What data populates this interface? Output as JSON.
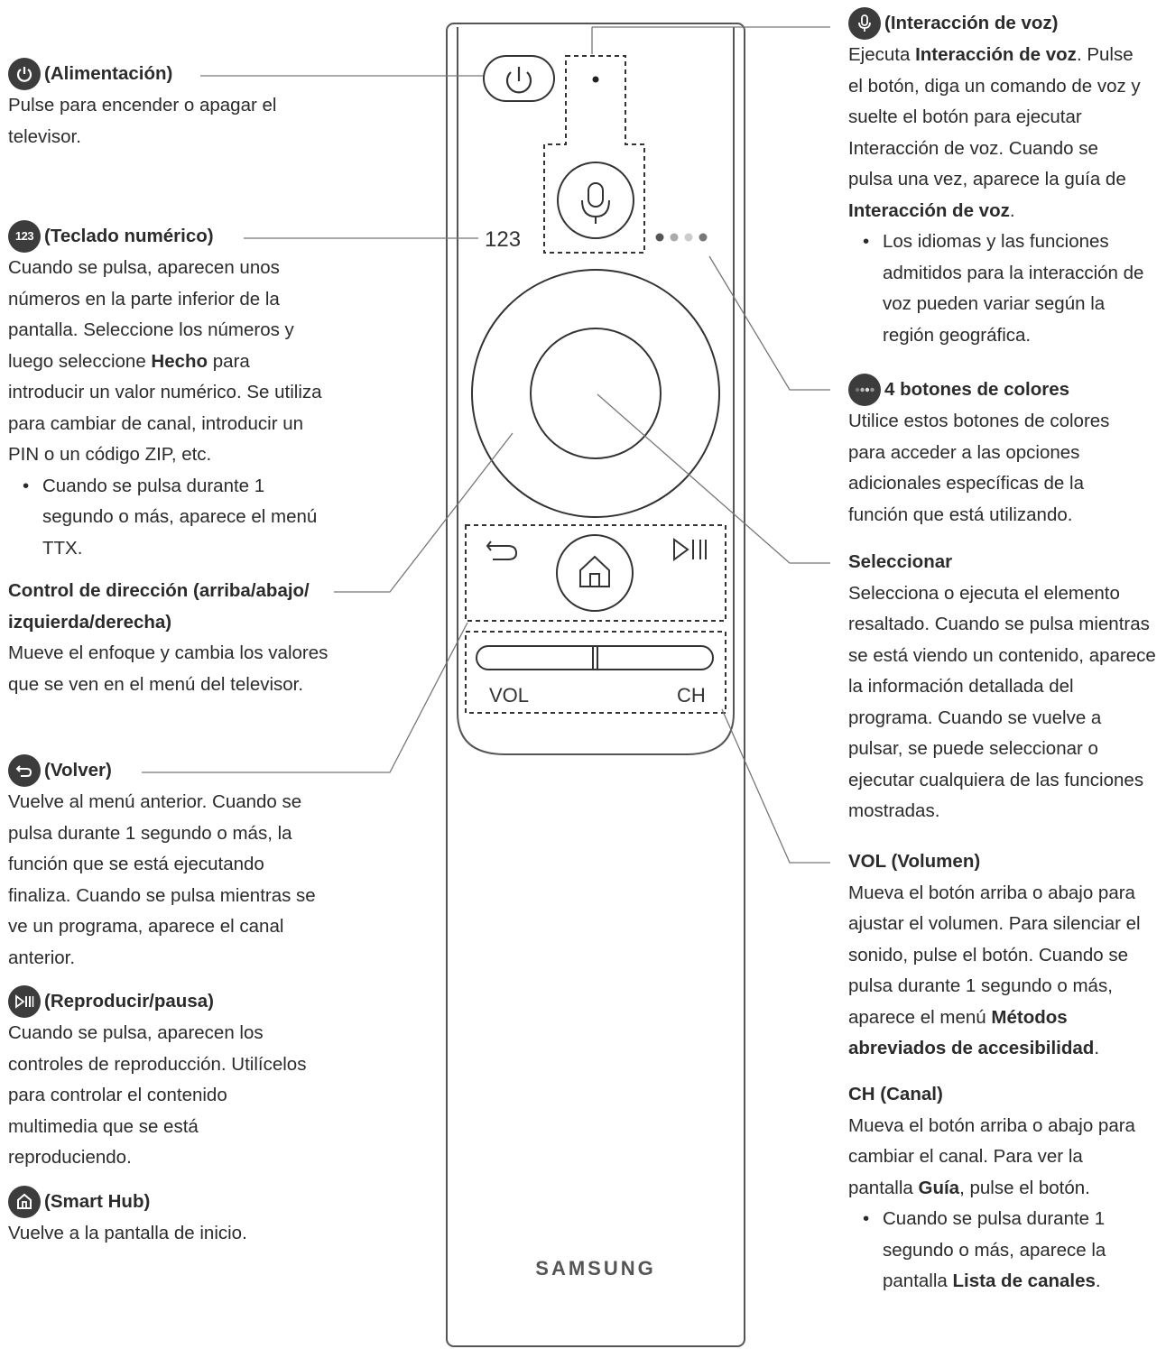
{
  "remote": {
    "numeric_label": "123",
    "vol_label": "VOL",
    "ch_label": "CH",
    "brand": "SAMSUNG"
  },
  "left": {
    "power": {
      "title": "(Alimentación)",
      "desc": "Pulse para encender o apagar el televisor."
    },
    "numeric": {
      "icon_text": "123",
      "title": "(Teclado numérico)",
      "desc_before": "Cuando se pulsa, aparecen unos números en la parte inferior de la pantalla. Seleccione los números y luego seleccione ",
      "desc_bold": "Hecho",
      "desc_after": " para introducir un valor numérico. Se utiliza para cambiar de canal, introducir un PIN o un código ZIP, etc.",
      "bullet": "Cuando se pulsa durante 1 segundo o más, aparece el menú TTX."
    },
    "direction": {
      "title": "Control de dirección (arriba/abajo/ izquierda/derecha)",
      "desc": "Mueve el enfoque y cambia los valores que se ven en el menú del televisor."
    },
    "back": {
      "title": "(Volver)",
      "desc": "Vuelve al menú anterior. Cuando se pulsa durante 1 segundo o más, la función que se está ejecutando finaliza. Cuando se pulsa mientras se ve un programa, aparece el canal anterior."
    },
    "play": {
      "title": "(Reproducir/pausa)",
      "desc": "Cuando se pulsa, aparecen los controles de reproducción. Utilícelos para controlar el contenido multimedia que se está reproduciendo."
    },
    "home": {
      "title": "(Smart Hub)",
      "desc": "Vuelve a la pantalla de inicio."
    }
  },
  "right": {
    "voice": {
      "title": "(Interacción de voz)",
      "d1": "Ejecuta ",
      "b1": "Interacción de voz",
      "d2": ". Pulse el botón, diga un comando de voz y suelte el botón para ejecutar Interacción de voz. Cuando se pulsa una vez, aparece la guía de ",
      "b2": "Interacción de voz",
      "d3": ".",
      "bullet": "Los idiomas y las funciones admitidos para la interacción de voz pueden variar según la región geográfica."
    },
    "colors": {
      "title": "4 botones de colores",
      "desc": "Utilice estos botones de colores para acceder a las opciones adicionales específicas de la función que está utilizando."
    },
    "select": {
      "title": "Seleccionar",
      "desc": "Selecciona o ejecuta el elemento resaltado. Cuando se pulsa mientras se está viendo un contenido, aparece la información detallada del programa. Cuando se vuelve a pulsar, se puede seleccionar o ejecutar cualquiera de las funciones mostradas."
    },
    "volume": {
      "title": "VOL (Volumen)",
      "d1": "Mueva el botón arriba o abajo para ajustar el volumen. Para silenciar el sonido, pulse el botón. Cuando se pulsa durante 1 segundo o más, aparece el menú ",
      "b1": "Métodos abreviados de accesibilidad",
      "d2": "."
    },
    "channel": {
      "title": "CH (Canal)",
      "d1": "Mueva el botón arriba o abajo para cambiar el canal. Para ver la pantalla ",
      "b1": "Guía",
      "d2": ", pulse el botón.",
      "bullet_before": "Cuando se pulsa durante 1 segundo o más, aparece la pantalla ",
      "bullet_bold": "Lista de canales",
      "bullet_after": "."
    }
  }
}
